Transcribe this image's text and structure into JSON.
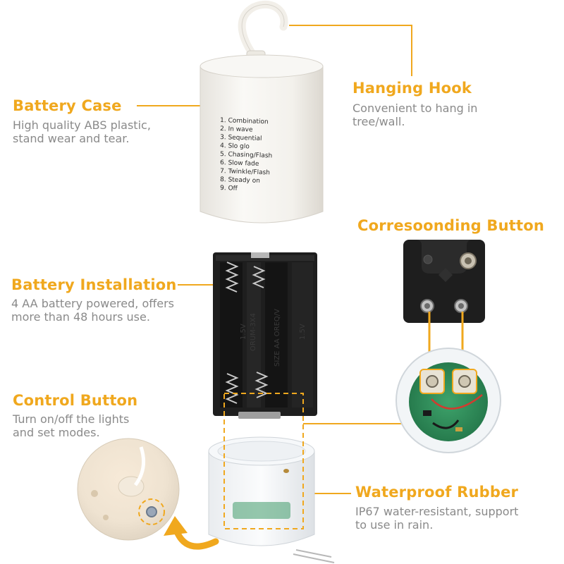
{
  "colors": {
    "accent": "#f0a81e",
    "text_gray": "#8a8a8a",
    "case_white": "#f4f2ee",
    "holder_black": "#1e1e1e",
    "pcb_green": "#2f8f5a",
    "spring_silver": "#c9c9c9"
  },
  "callouts": {
    "battery_case": {
      "title": "Battery Case",
      "desc": [
        "High quality ABS plastic,",
        "stand wear and tear."
      ]
    },
    "hanging_hook": {
      "title": "Hanging Hook",
      "desc": [
        "Convenient to hang in",
        "tree/wall."
      ]
    },
    "battery_installation": {
      "title": "Battery Installation",
      "desc": [
        "4 AA battery powered, offers",
        "more than 48 hours use."
      ]
    },
    "corresponding_button": {
      "title": "Corresoonding Button",
      "desc": []
    },
    "control_button": {
      "title": "Control Button",
      "desc": [
        "Turn on/off the lights",
        "and set modes."
      ]
    },
    "waterproof_rubber": {
      "title": "Waterproof Rubber",
      "desc": [
        "IP67 water-resistant, support",
        "to use in rain."
      ]
    }
  },
  "case_label": {
    "modes": [
      "1. Combination",
      "2. In wave",
      "3. Sequential",
      "4. Slo glo",
      "5. Chasing/Flash",
      "6. Slow fade",
      "7. Twinkle/Flash",
      "8. Steady on",
      "9. Off"
    ]
  },
  "holder_text": {
    "voltage_1": "1.5V",
    "voltage_2": "1.5V",
    "model": "ORUM-3X4",
    "size": "SIZE AA OREQ/V"
  },
  "icons": {
    "hook": "hook-icon",
    "arrow": "curved-arrow-icon",
    "screw": "screw-icon"
  }
}
